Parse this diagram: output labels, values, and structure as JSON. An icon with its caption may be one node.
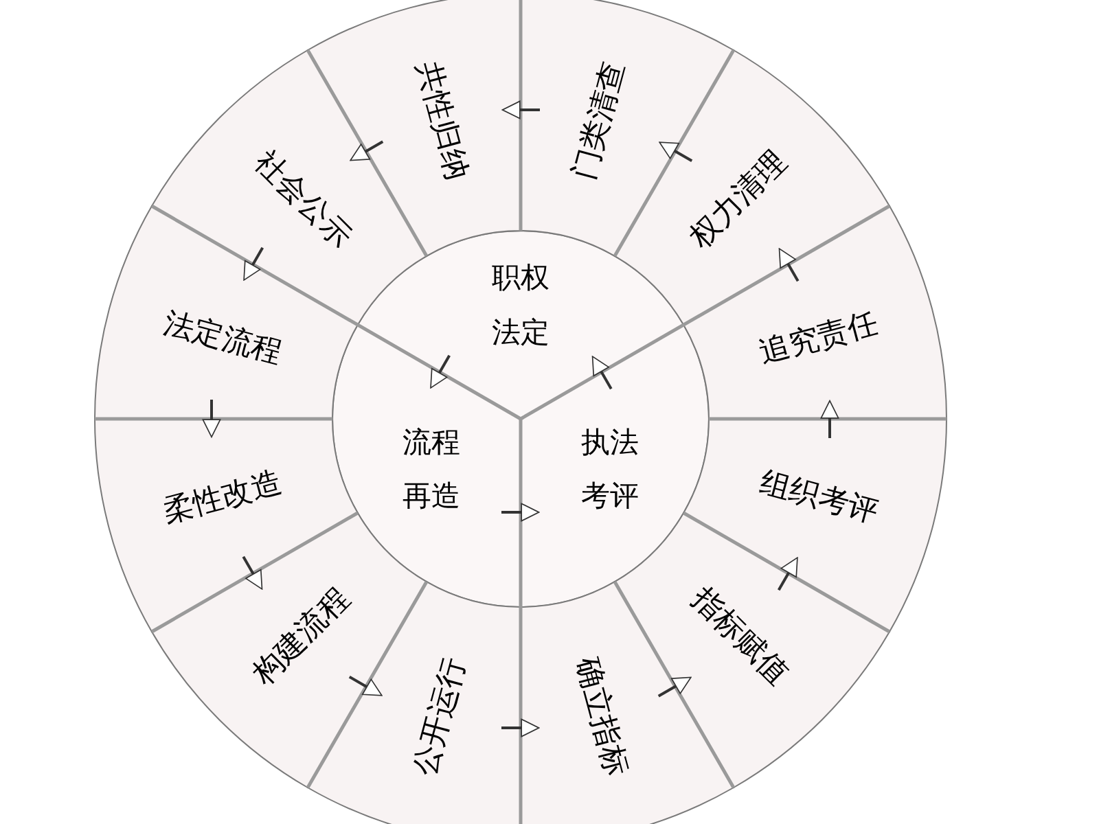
{
  "diagram": {
    "nodes": [
      {
        "text": [
          "职权法定"
        ]
      },
      {
        "text": [
          "流程再造"
        ]
      },
      {
        "text": [
          "执法考评"
        ]
      },
      {
        "text": [
          "共性归纳"
        ]
      },
      {
        "text": [
          "门类清查"
        ]
      },
      {
        "text": [
          "权力清理"
        ]
      },
      {
        "text": [
          "追究责任"
        ]
      },
      {
        "text": [
          "组织考评"
        ]
      },
      {
        "text": [
          "指标赋值"
        ]
      },
      {
        "text": [
          "确立指标"
        ]
      },
      {
        "text": [
          "公开运行"
        ]
      },
      {
        "text": [
          "构建流程"
        ]
      },
      {
        "text": [
          "柔性改造"
        ]
      },
      {
        "text": [
          "法定流程"
        ]
      },
      {
        "text": [
          "社会公示"
        ]
      }
    ],
    "edges": [
      {
        "from": 0,
        "to": 1,
        "arrow": "to"
      },
      {
        "from": 1,
        "to": 2,
        "arrow": "to"
      },
      {
        "from": 2,
        "to": 0,
        "arrow": "to"
      },
      {
        "from": 5,
        "to": 4,
        "arrow": "to"
      },
      {
        "from": 4,
        "to": 3,
        "arrow": "to"
      },
      {
        "from": 3,
        "to": 14,
        "arrow": "to"
      },
      {
        "from": 14,
        "to": 13,
        "arrow": "to"
      },
      {
        "from": 13,
        "to": 12,
        "arrow": "to"
      },
      {
        "from": 12,
        "to": 11,
        "arrow": "to"
      },
      {
        "from": 11,
        "to": 10,
        "arrow": "to"
      },
      {
        "from": 10,
        "to": 9,
        "arrow": "to"
      },
      {
        "from": 9,
        "to": 8,
        "arrow": "to"
      },
      {
        "from": 8,
        "to": 7,
        "arrow": "to"
      },
      {
        "from": 7,
        "to": 6,
        "arrow": "to"
      },
      {
        "from": 6,
        "to": 5,
        "arrow": "to"
      }
    ]
  }
}
